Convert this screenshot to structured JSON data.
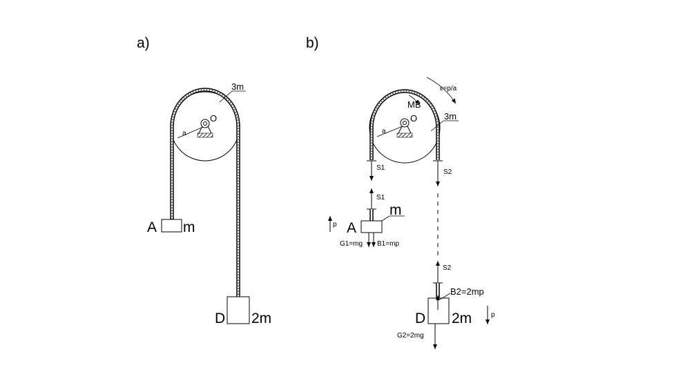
{
  "panel_a": {
    "label": "a)",
    "pulley_mass": "3m",
    "pulley_center": "O",
    "radius": "a",
    "block_a": {
      "name": "A",
      "mass": "m"
    },
    "block_d": {
      "name": "D",
      "mass": "2m"
    }
  },
  "panel_b": {
    "label": "b)",
    "angular_accel": "ε=p/a",
    "moment": "MB",
    "pulley_mass": "3m",
    "pulley_center": "O",
    "radius": "a",
    "tension_s1": "S1",
    "tension_s2": "S2",
    "block_a": {
      "name": "A",
      "mass": "m",
      "accel": "p",
      "weight": "G1=mg",
      "inertia": "B1=mp"
    },
    "block_d": {
      "name": "D",
      "mass": "2m",
      "accel": "p",
      "weight": "G2=2mg",
      "inertia": "B2=2mp"
    }
  }
}
